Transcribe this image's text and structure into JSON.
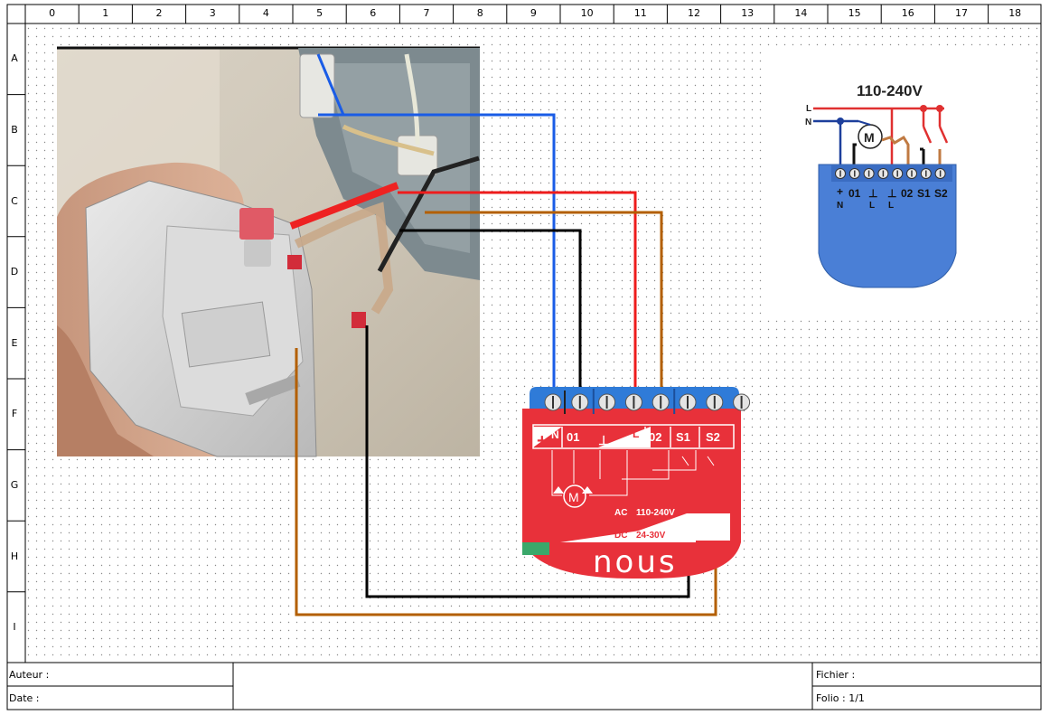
{
  "grid": {
    "columns": [
      "0",
      "1",
      "2",
      "3",
      "4",
      "5",
      "6",
      "7",
      "8",
      "9",
      "10",
      "11",
      "12",
      "13",
      "14",
      "15",
      "16",
      "17",
      "18"
    ],
    "rows": [
      "A",
      "B",
      "C",
      "D",
      "E",
      "F",
      "G",
      "H",
      "I"
    ]
  },
  "cartouche": {
    "author_label": "Auteur :",
    "date_label": "Date :",
    "file_label": "Fichier :",
    "folio_label": "Folio : 1/1"
  },
  "module": {
    "brand": "nous",
    "terminals": [
      "N",
      "01",
      "⊥",
      "L",
      "02",
      "S1",
      "S2"
    ],
    "ac_label": "AC",
    "ac_value": "110-240V",
    "dc_label": "DC",
    "dc_value": "24-30V",
    "motor_label": "M",
    "plus_sign": "+",
    "color": "#e8313a"
  },
  "schematic": {
    "voltage_title": "110-240V",
    "line_l": "L",
    "line_n": "N",
    "motor_label": "M",
    "terminals_top": [
      "+",
      "01",
      "⊥",
      "⊥",
      "02",
      "S1",
      "S2"
    ],
    "terminals_bottom": [
      "N",
      "",
      "L",
      "L",
      "",
      "",
      ""
    ],
    "color": "#4a7fd6"
  },
  "wire_colors": {
    "blue": "#1a5ce6",
    "red": "#ee1c1c",
    "brown": "#b35f00",
    "black": "#000000"
  }
}
